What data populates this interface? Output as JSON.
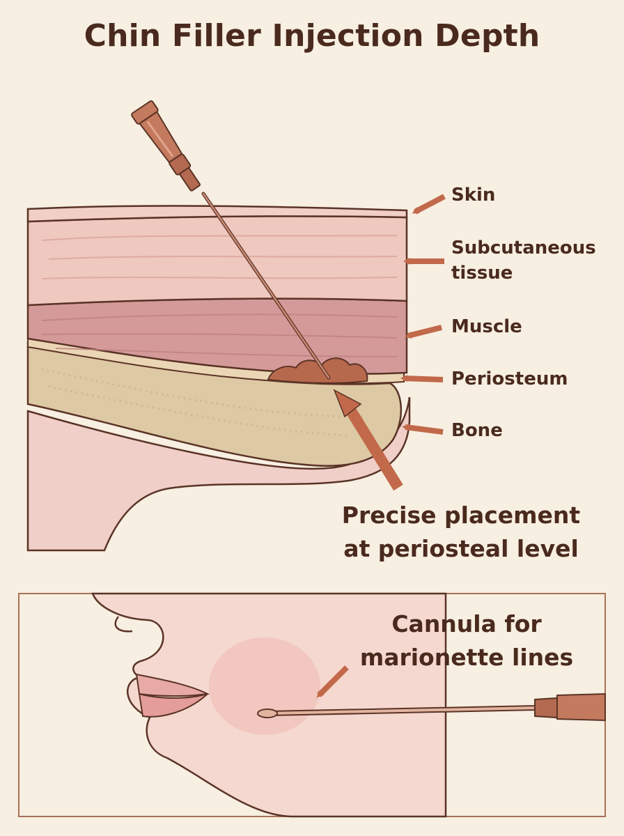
{
  "title": "Chin Filler Injection Depth",
  "layers": {
    "skin": "Skin",
    "subcutaneous_line1": "Subcutaneous",
    "subcutaneous_line2": "tissue",
    "muscle": "Muscle",
    "periosteum": "Periosteum",
    "bone": "Bone"
  },
  "placement_callout": {
    "line1": "Precise placement",
    "line2": "at periosteal level"
  },
  "inset": {
    "line1": "Cannula for",
    "line2": "marionette lines"
  },
  "colors": {
    "background": "#f7efe1",
    "text": "#4a2a1e",
    "arrow": "#c2694b",
    "skin": "#f1cfc6",
    "subcutaneous": "#efc8bf",
    "muscle": "#d49a99",
    "periosteum": "#ead6b4",
    "bone": "#ddc9a4",
    "needle_hub": "#c47a5e",
    "filler": "#b7694d"
  }
}
